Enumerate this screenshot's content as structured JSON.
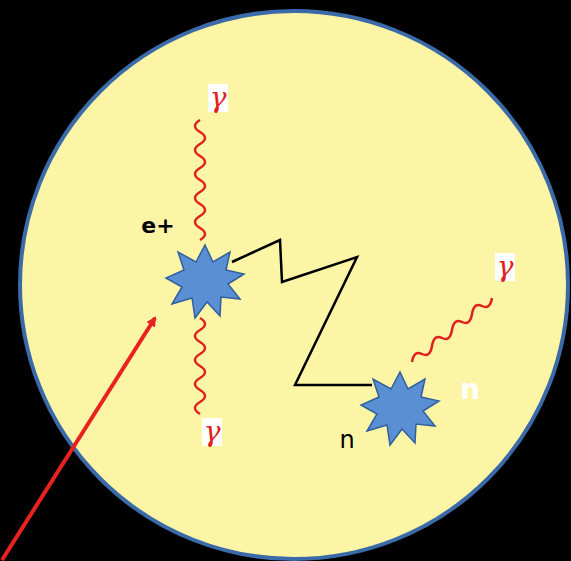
{
  "diagram": {
    "labels": [
      "γ",
      "e+",
      "γ",
      "n",
      "γ",
      "n"
    ]
  }
}
